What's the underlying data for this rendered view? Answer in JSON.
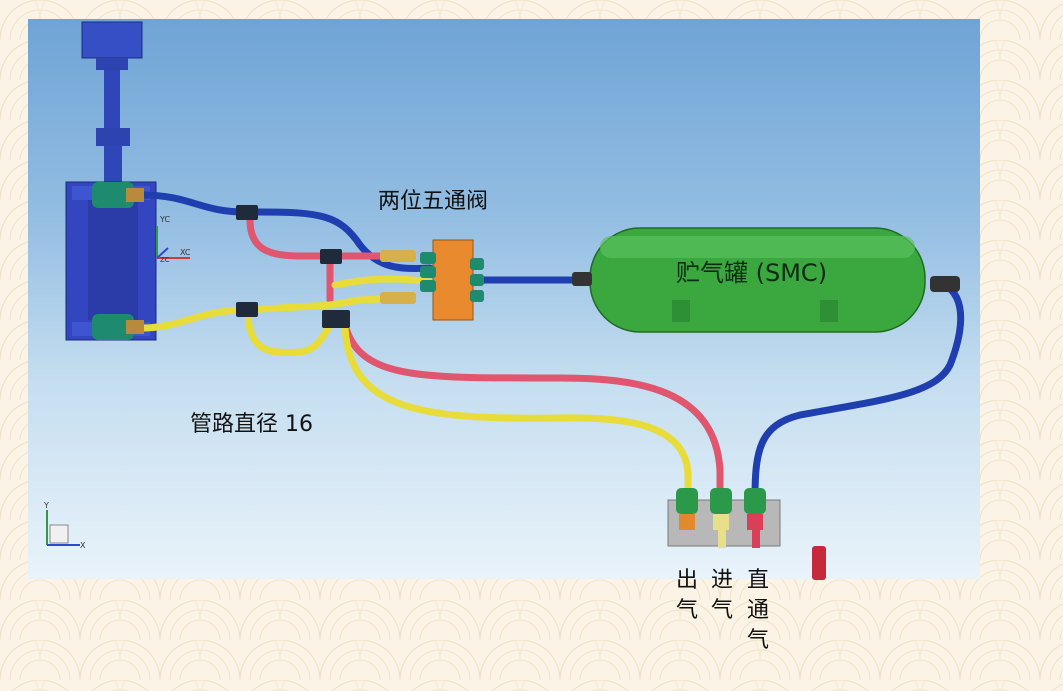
{
  "labels": {
    "valve": "两位五通阀",
    "tank": "贮气罐 (SMC)",
    "pipe_diameter": "管路直径 16",
    "outlet": "出气",
    "inlet": "进气",
    "direct": "直通气"
  },
  "triad": {
    "yc": "YC",
    "xc": "XC",
    "zc": "ZC",
    "y": "Y",
    "x": "X"
  },
  "colors": {
    "blue_pipe": "#1f3fb0",
    "red_pipe": "#e0566e",
    "yellow_pipe": "#e8dc3a",
    "tank": "#3aa83f",
    "valve": "#e98a2e",
    "cylinder": "#2e3fb8",
    "fitting": "#1e8a6e"
  }
}
